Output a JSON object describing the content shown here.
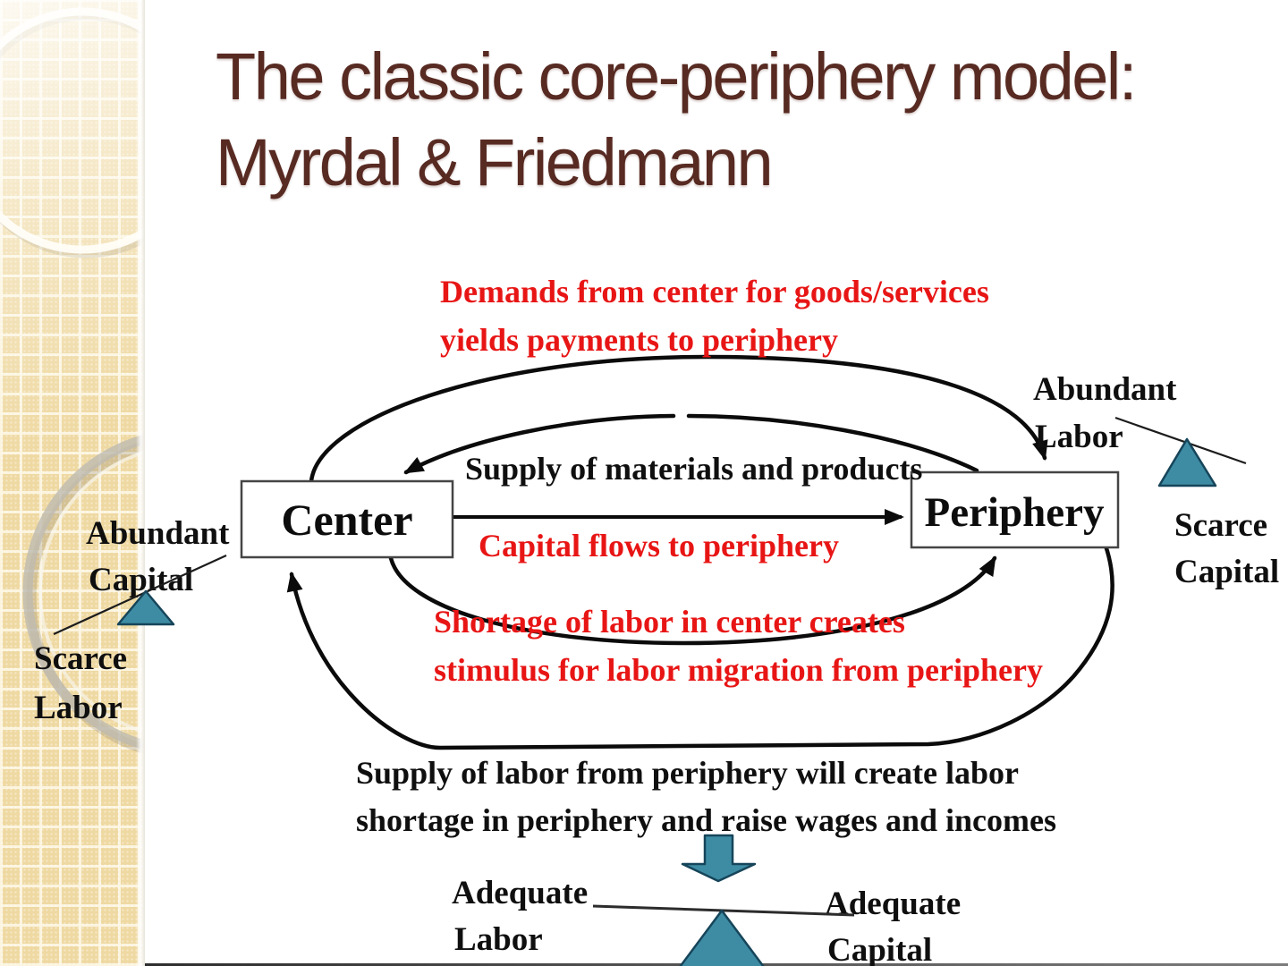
{
  "title": {
    "line1": "The classic core-periphery model:",
    "line2": "Myrdal & Friedmann"
  },
  "nodes": {
    "center": "Center",
    "periphery": "Periphery"
  },
  "flows": {
    "demands": {
      "line1": "Demands from center for goods/services",
      "line2": "yields payments to periphery"
    },
    "supply_materials": {
      "line1": "Supply of materials and products"
    },
    "capital": {
      "line1": "Capital flows to periphery"
    },
    "labor_migration": {
      "line1": "Shortage of labor in center creates",
      "line2": "stimulus for labor migration from periphery"
    },
    "labor_supply": {
      "line1": "Supply of labor from periphery will create labor",
      "line2": "shortage in periphery and raise wages and incomes"
    }
  },
  "balances": {
    "center_side": {
      "abundant": "Abundant",
      "abundant_of": "Capital",
      "scarce": "Scarce",
      "scarce_of": "Labor"
    },
    "periphery_side": {
      "abundant": "Abundant",
      "abundant_of": "Labor",
      "scarce": "Scarce",
      "scarce_of": "Capital"
    },
    "equilibrium": {
      "left1": "Adequate",
      "left2": "Labor",
      "right1": "Adequate",
      "right2": "Capital"
    }
  },
  "colors": {
    "title_text": "#572a22",
    "emphasis_red": "#e81515",
    "ink": "#0f0f0f",
    "balance_fill": "#3e8ca4",
    "balance_stroke": "#16455a",
    "sidebar_bg": "#efd9a2"
  }
}
